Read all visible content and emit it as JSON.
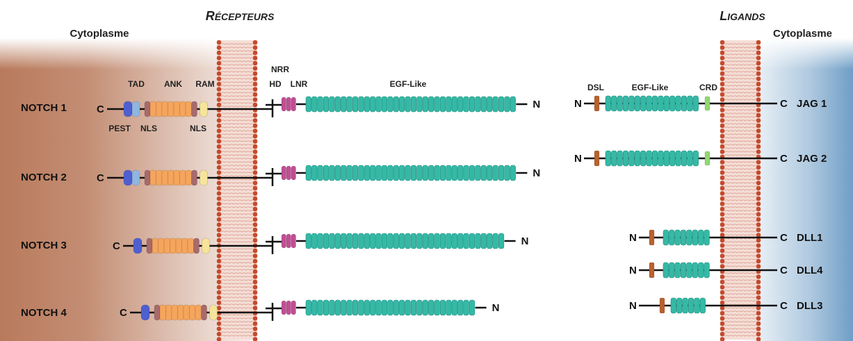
{
  "colors": {
    "cytoplasm_left": "#b97a5c",
    "cytoplasm_right": "#6f9ec6",
    "membrane_head": "#c44a2c",
    "membrane_tail": "#d99a88",
    "pest": "#4f5fd0",
    "tad": "#8fb6e0",
    "nls": "#a86a6a",
    "ank": "#f5a55c",
    "ram": "#f5e49a",
    "lnr": "#c04f93",
    "egf": "#35b9a6",
    "dsl": "#b8622e",
    "crd": "#8fd96e"
  },
  "headers": {
    "receptors_cap": "R",
    "receptors_rest": "ÉCEPTEURS",
    "ligands_cap": "L",
    "ligands_rest": "IGANDS",
    "cyto_left": "Cytoplasme",
    "cyto_right": "Cytoplasme"
  },
  "receptor_domain_labels": {
    "tad": "TAD",
    "ank": "ANK",
    "ram": "RAM",
    "pest": "PEST",
    "nls1": "NLS",
    "nls2": "NLS",
    "nrr": "NRR",
    "hd": "HD",
    "lnr": "LNR",
    "egf": "EGF-Like"
  },
  "ligand_domain_labels": {
    "dsl": "DSL",
    "egf": "EGF-Like",
    "crd": "CRD"
  },
  "receptors": [
    {
      "name": "NOTCH 1",
      "c_label": "C",
      "n_label": "N",
      "pest": true,
      "tad": true,
      "egf_repeats": 36
    },
    {
      "name": "NOTCH 2",
      "c_label": "C",
      "n_label": "N",
      "pest": true,
      "tad": true,
      "egf_repeats": 36
    },
    {
      "name": "NOTCH 3",
      "c_label": "C",
      "n_label": "N",
      "pest": true,
      "tad": false,
      "egf_repeats": 34
    },
    {
      "name": "NOTCH 4",
      "c_label": "C",
      "n_label": "N",
      "pest": true,
      "tad": false,
      "egf_repeats": 29
    }
  ],
  "ligands": [
    {
      "name": "JAG 1",
      "n_label": "N",
      "c_label": "C",
      "egf_repeats": 16,
      "crd": true
    },
    {
      "name": "JAG 2",
      "n_label": "N",
      "c_label": "C",
      "egf_repeats": 16,
      "crd": true
    },
    {
      "name": "DLL1",
      "n_label": "N",
      "c_label": "C",
      "egf_repeats": 8,
      "crd": false
    },
    {
      "name": "DLL4",
      "n_label": "N",
      "c_label": "C",
      "egf_repeats": 8,
      "crd": false
    },
    {
      "name": "DLL3",
      "n_label": "N",
      "c_label": "C",
      "egf_repeats": 6,
      "crd": false
    }
  ]
}
